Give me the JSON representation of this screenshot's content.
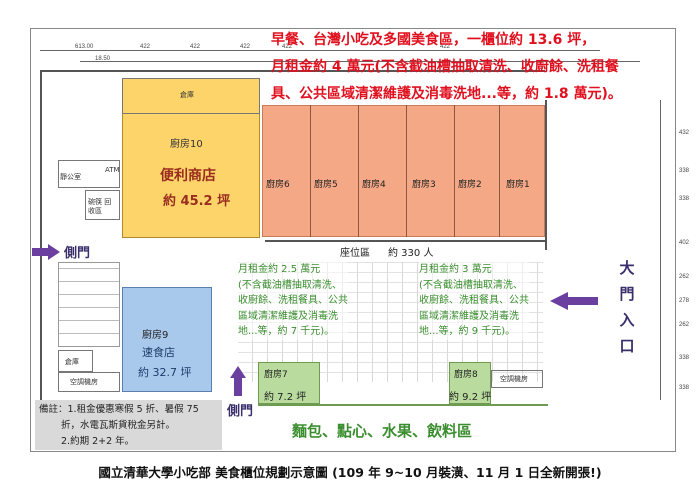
{
  "notice": {
    "line1": "早餐、台灣小吃及多國美食區，一櫃位約 13.6 坪，",
    "line2": "月租金約 4 萬元(不含截油槽抽取清洗、收廚餘、洗租餐",
    "line3": "具、公共區域清潔維護及消毒洗地...等，約 1.8 萬元)。"
  },
  "dimensions": {
    "top_left_a": "613.00",
    "top_left_b": "18.50",
    "top": [
      "422",
      "422",
      "422",
      "422",
      "422"
    ],
    "right": [
      "432",
      "338",
      "338",
      "402",
      "262",
      "278",
      "262",
      "338",
      "338"
    ]
  },
  "convenience": {
    "storage": "倉庫",
    "kitchen": "廚房10",
    "name": "便利商店",
    "area": "約 45.2 坪"
  },
  "kitchens": [
    "廚房6",
    "廚房5",
    "廚房4",
    "廚房3",
    "廚房2",
    "廚房1"
  ],
  "misc": {
    "atm": "ATM",
    "ss": "靜公室",
    "recycle": "碗筷 回收區",
    "storage2": "倉庫",
    "air": "空調機房",
    "air2": "空調機房"
  },
  "seating": {
    "label": "座位區",
    "count": "約 330 人"
  },
  "rent_a": {
    "line1": "月租金約 2.5 萬元",
    "line2": "(不含截油槽抽取清洗、",
    "line3": "收廚餘、洗租餐具、公共",
    "line4": "區域清潔維護及消毒洗",
    "line5": "地...等，約 7 千元)。"
  },
  "rent_b": {
    "line1": "月租金約 3 萬元",
    "line2": "(不含截油槽抽取清洗、",
    "line3": "收廚餘、洗租餐具、公共",
    "line4": "區域清潔維護及消毒洗",
    "line5": "地...等，約 9 千元)。"
  },
  "fastfood": {
    "kitchen": "廚房9",
    "name": "速食店",
    "area": "約 32.7 坪"
  },
  "kitchen7": {
    "name": "廚房7",
    "area": "約 7.2 坪"
  },
  "kitchen8": {
    "name": "廚房8",
    "area": "約 9.2 坪"
  },
  "bakery": "麵包、點心、水果、飲料區",
  "side_door": "側門",
  "side_door2": "側門",
  "main_door": [
    "大",
    "門",
    "入",
    "口"
  ],
  "notes": {
    "line1": "備註：1.租金優惠寒假 5 折、暑假 75",
    "line2": "折，水電瓦斯貨稅金另計。",
    "line3": "2.約期 2+2 年。"
  },
  "caption": "國立清華大學小吃部  美食櫃位規劃示意圖  (109 年 9~10 月裝潢、11 月 1 日全新開張!)",
  "colors": {
    "convenience": "#fcd46a",
    "kitchens": "#f4a886",
    "fastfood": "#a8c8ec",
    "small_kitchens": "#b9dc9e",
    "notice": "#e0101e",
    "green_text": "#3b8e2f",
    "arrow": "#6a3fa0"
  }
}
